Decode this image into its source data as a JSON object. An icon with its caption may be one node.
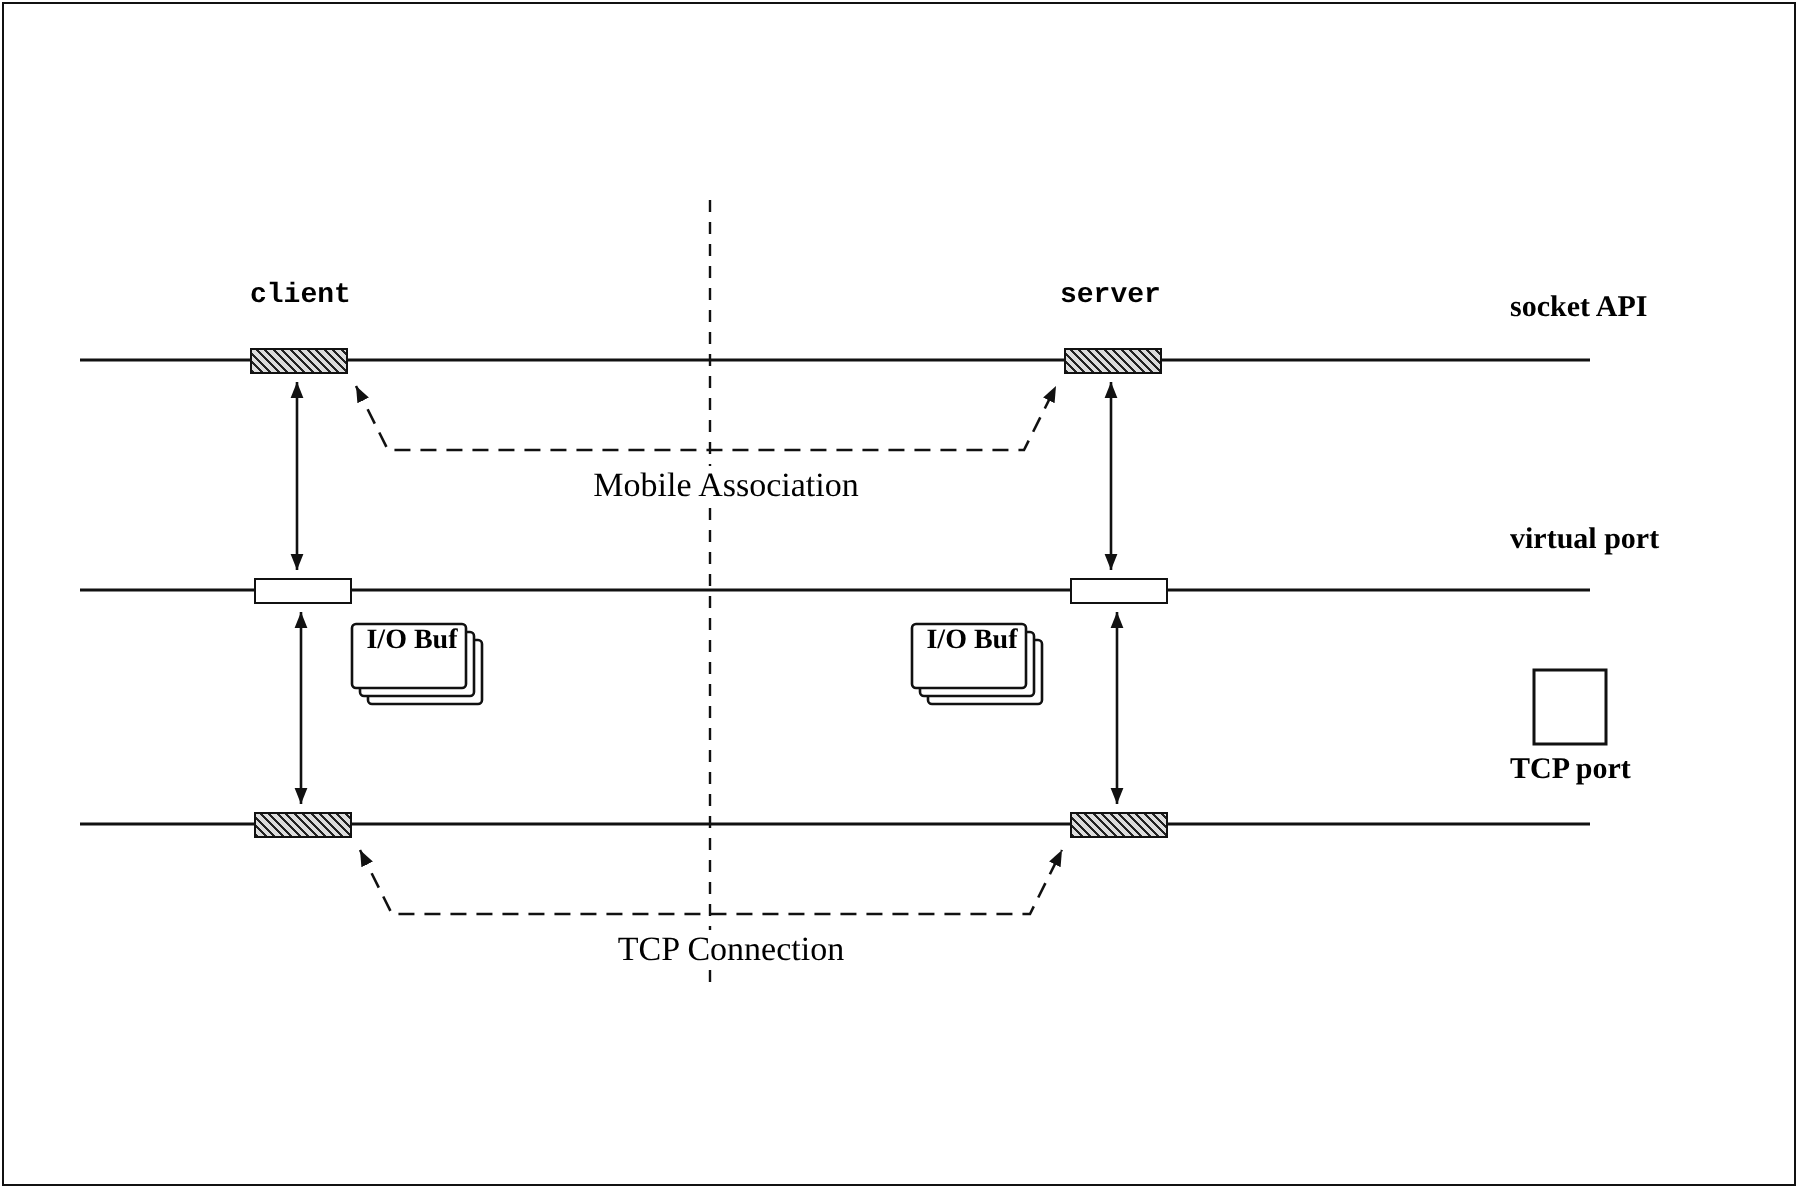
{
  "diagram": {
    "nodes": [
      {
        "text": [],
        "shape": "bar"
      },
      {
        "text": [],
        "shape": "bar"
      },
      {
        "text": [],
        "shape": "bar"
      },
      {
        "text": [],
        "shape": "bar"
      },
      {
        "text": [
          "I/O Buf"
        ]
      },
      {
        "text": [
          "I/O Buf"
        ]
      },
      {
        "text": [],
        "shape": "bar"
      },
      {
        "text": [],
        "shape": "bar"
      }
    ],
    "edges": [
      {
        "from": 0,
        "to": 1,
        "arrow": "both",
        "label": "Mobile Association",
        "style": "dashed"
      },
      {
        "from": 0,
        "to": 2,
        "arrow": "both"
      },
      {
        "from": 1,
        "to": 3,
        "arrow": "both"
      },
      {
        "from": 2,
        "to": 6,
        "arrow": "both"
      },
      {
        "from": 3,
        "to": 7,
        "arrow": "both"
      },
      {
        "from": 6,
        "to": 7,
        "arrow": "both",
        "label": "TCP Connection",
        "style": "dashed"
      }
    ],
    "labels": [
      "client",
      "server",
      "socket API",
      "virtual port",
      "TCP port"
    ]
  }
}
